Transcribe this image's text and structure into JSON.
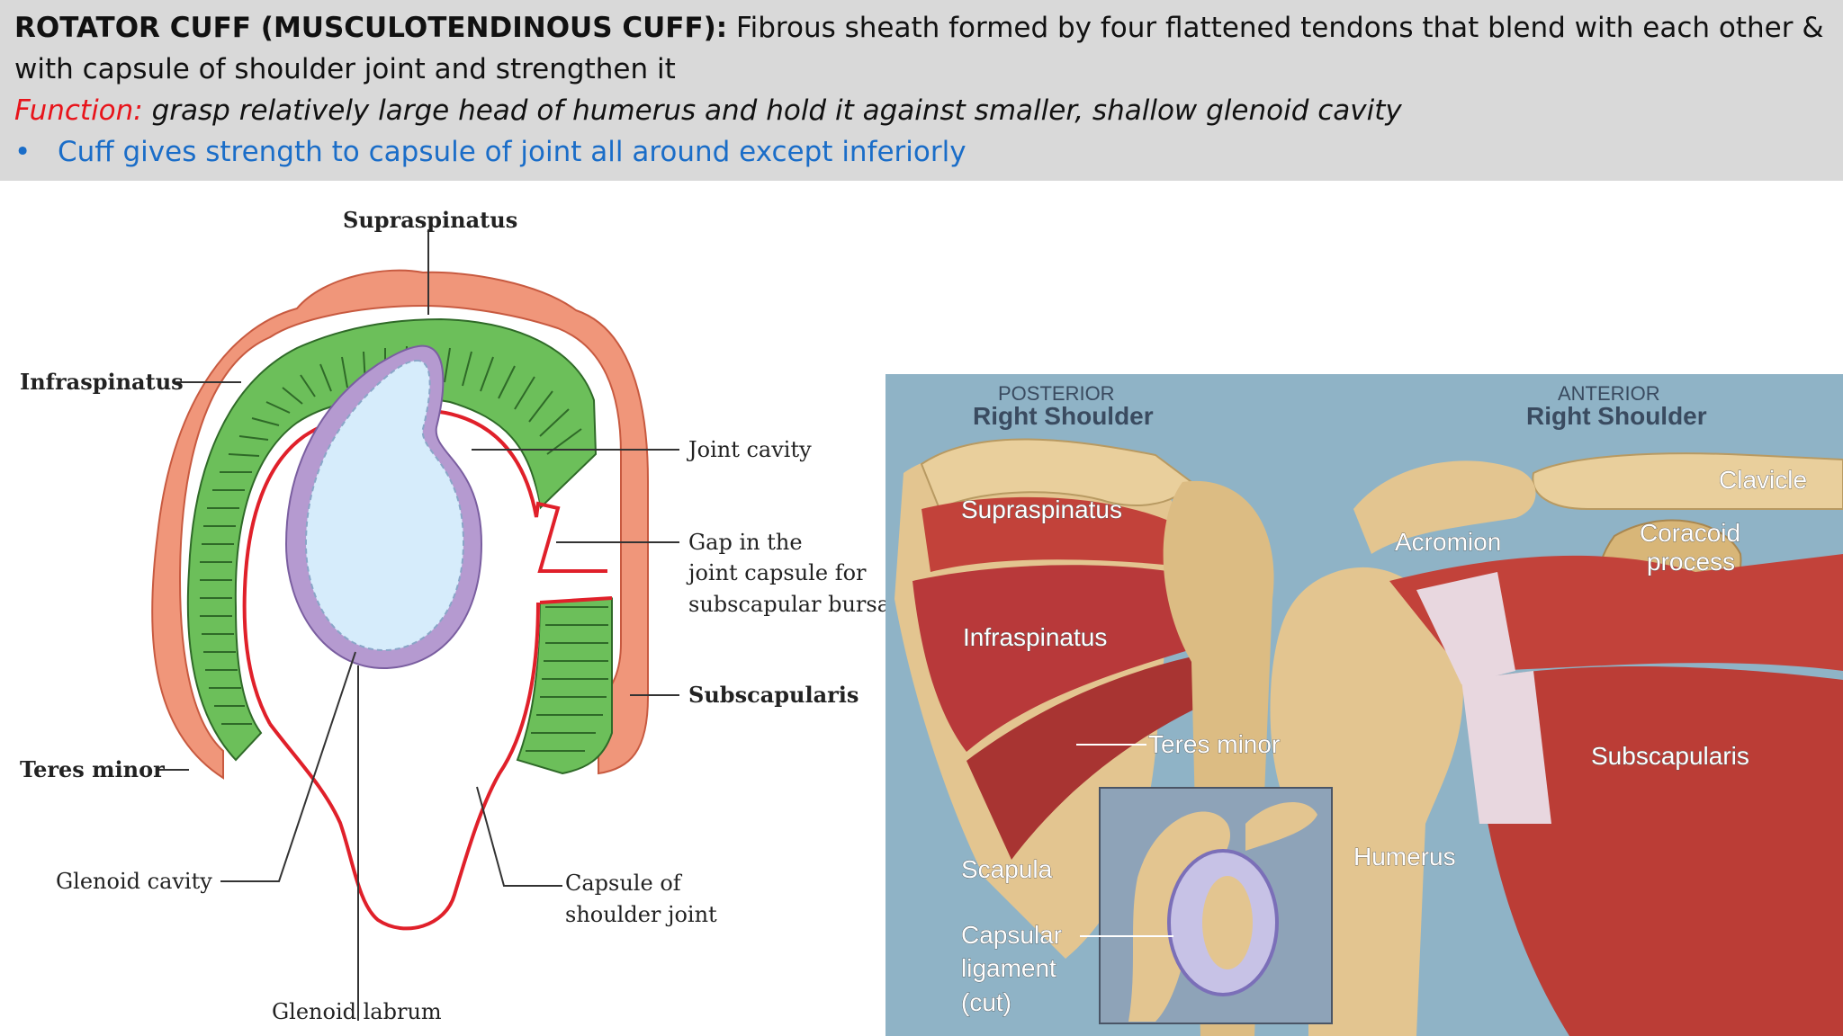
{
  "header": {
    "title_bold": "ROTATOR CUFF (MUSCULOTENDINOUS CUFF):",
    "title_rest": " Fibrous sheath formed by four flattened tendons that blend with each other &",
    "line2": "with  capsule of shoulder joint and strengthen it",
    "function_label": "Function:",
    "function_text": "  grasp relatively large head of humerus and hold it against  smaller, shallow glenoid cavity",
    "bullet": "•",
    "bullet_text": "Cuff gives strength to capsule of joint all around except inferiorly",
    "colors": {
      "background": "#d9d9d9",
      "function_label": "#e8141b",
      "bullet_text": "#1a6dc8"
    }
  },
  "diagram": {
    "labels": {
      "supraspinatus": "Supraspinatus",
      "infraspinatus": "Infraspinatus",
      "joint_cavity": "Joint cavity",
      "gap_line1": "Gap in the",
      "gap_line2": "joint capsule for",
      "gap_line3": "subscapular bursa",
      "subscapularis": "Subscapularis",
      "teres_minor": "Teres minor",
      "glenoid_cavity": "Glenoid cavity",
      "capsule_line1": "Capsule of",
      "capsule_line2": "shoulder joint",
      "glenoid_labrum": "Glenoid labrum"
    },
    "colors": {
      "tendon": "#f0967a",
      "muscle": "#6cbf5a",
      "capsule": "#e0202a",
      "labrum": "#b59ad0",
      "cavity": "#d6ecfb"
    }
  },
  "photo": {
    "posterior_small": "POSTERIOR",
    "posterior_big": "Right Shoulder",
    "anterior_small": "ANTERIOR",
    "anterior_big": "Right Shoulder",
    "labels": {
      "clavicle": "Clavicle",
      "supraspinatus": "Supraspinatus",
      "acromion": "Acromion",
      "coracoid1": "Coracoid",
      "coracoid2": "process",
      "infraspinatus": "Infraspinatus",
      "teres_minor": "Teres minor",
      "subscapularis": "Subscapularis",
      "humerus": "Humerus",
      "scapula": "Scapula",
      "capsular1": "Capsular",
      "capsular2": "ligament",
      "capsular3": "(cut)"
    },
    "colors": {
      "background": "#8fb3c6",
      "muscle": "#c2423a",
      "bone": "#e3c590"
    }
  }
}
